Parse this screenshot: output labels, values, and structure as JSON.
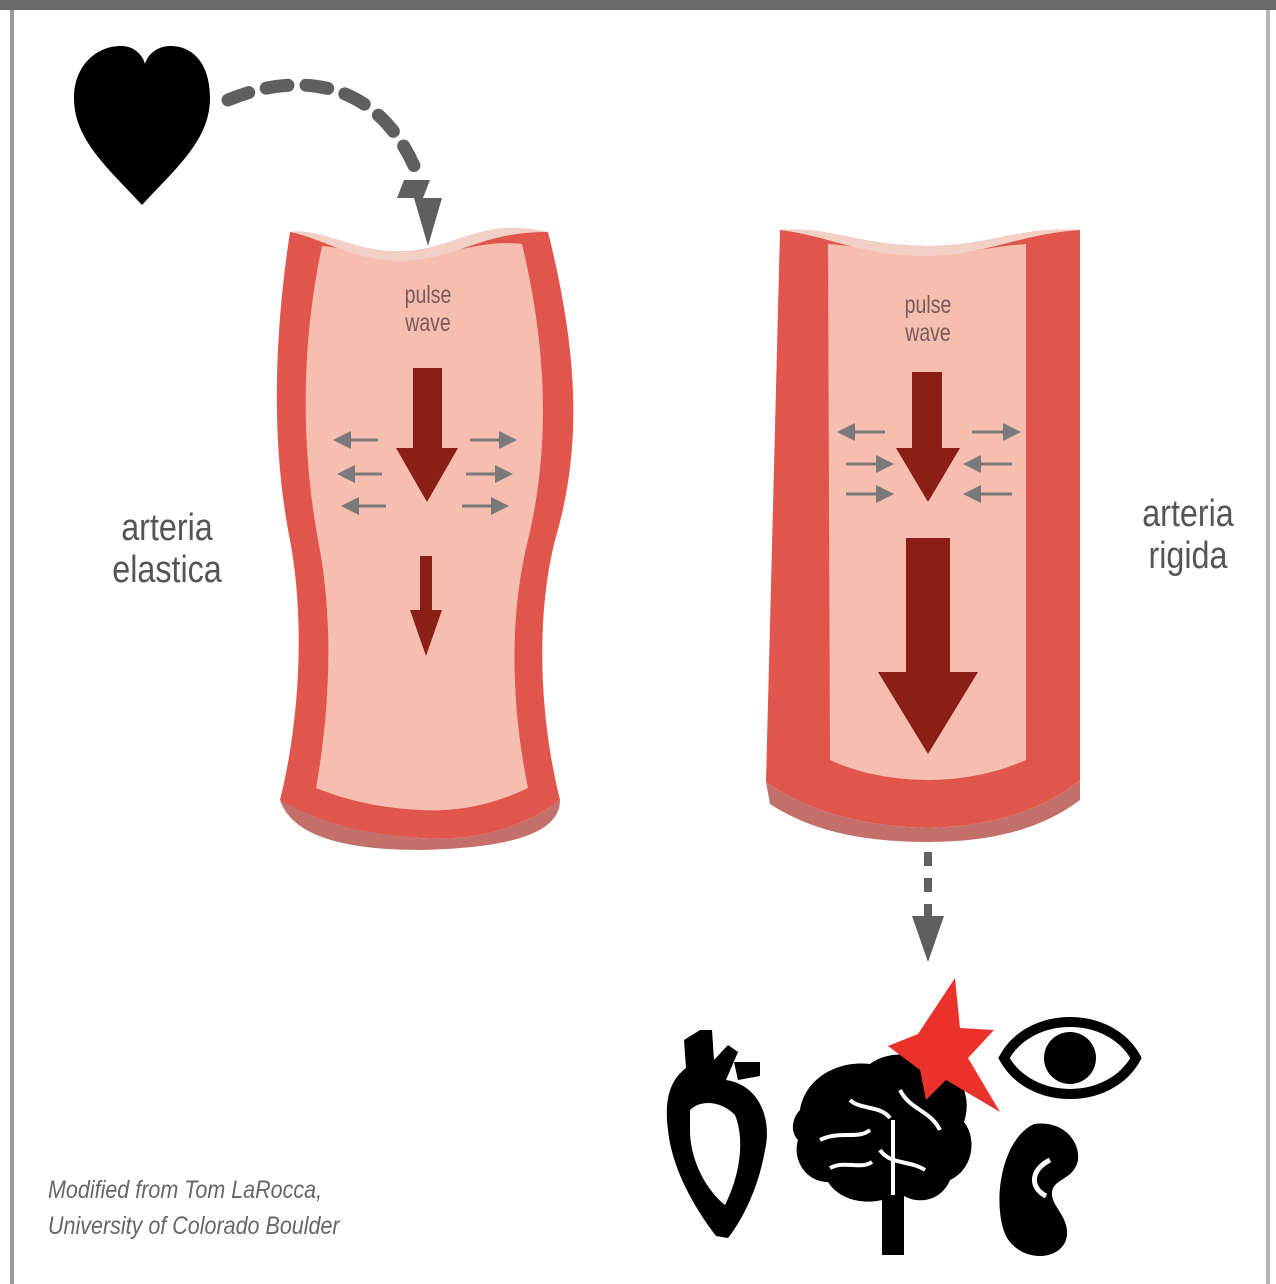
{
  "labels": {
    "left_artery": [
      "arteria",
      "elastica"
    ],
    "right_artery": [
      "arteria",
      "rigida"
    ],
    "left_pulse": [
      "pulse",
      "wave"
    ],
    "right_pulse": [
      "pulse",
      "wave"
    ]
  },
  "credit": {
    "line1": "Modified from Tom LaRocca,",
    "line2": "University of Colorado Boulder"
  },
  "colors": {
    "vessel_wall": "#e0554c",
    "vessel_inner": "#f5beaf",
    "vessel_rim": "#c4706a",
    "flow_arrow": "#8b1f17",
    "dashed_arrow": "#5f5f5f",
    "burst": "#e8322a",
    "organ": "#000000"
  },
  "icons": [
    "heart-icon",
    "anatomical-heart-icon",
    "brain-icon",
    "eye-icon",
    "kidney-icon",
    "damage-burst-icon"
  ]
}
